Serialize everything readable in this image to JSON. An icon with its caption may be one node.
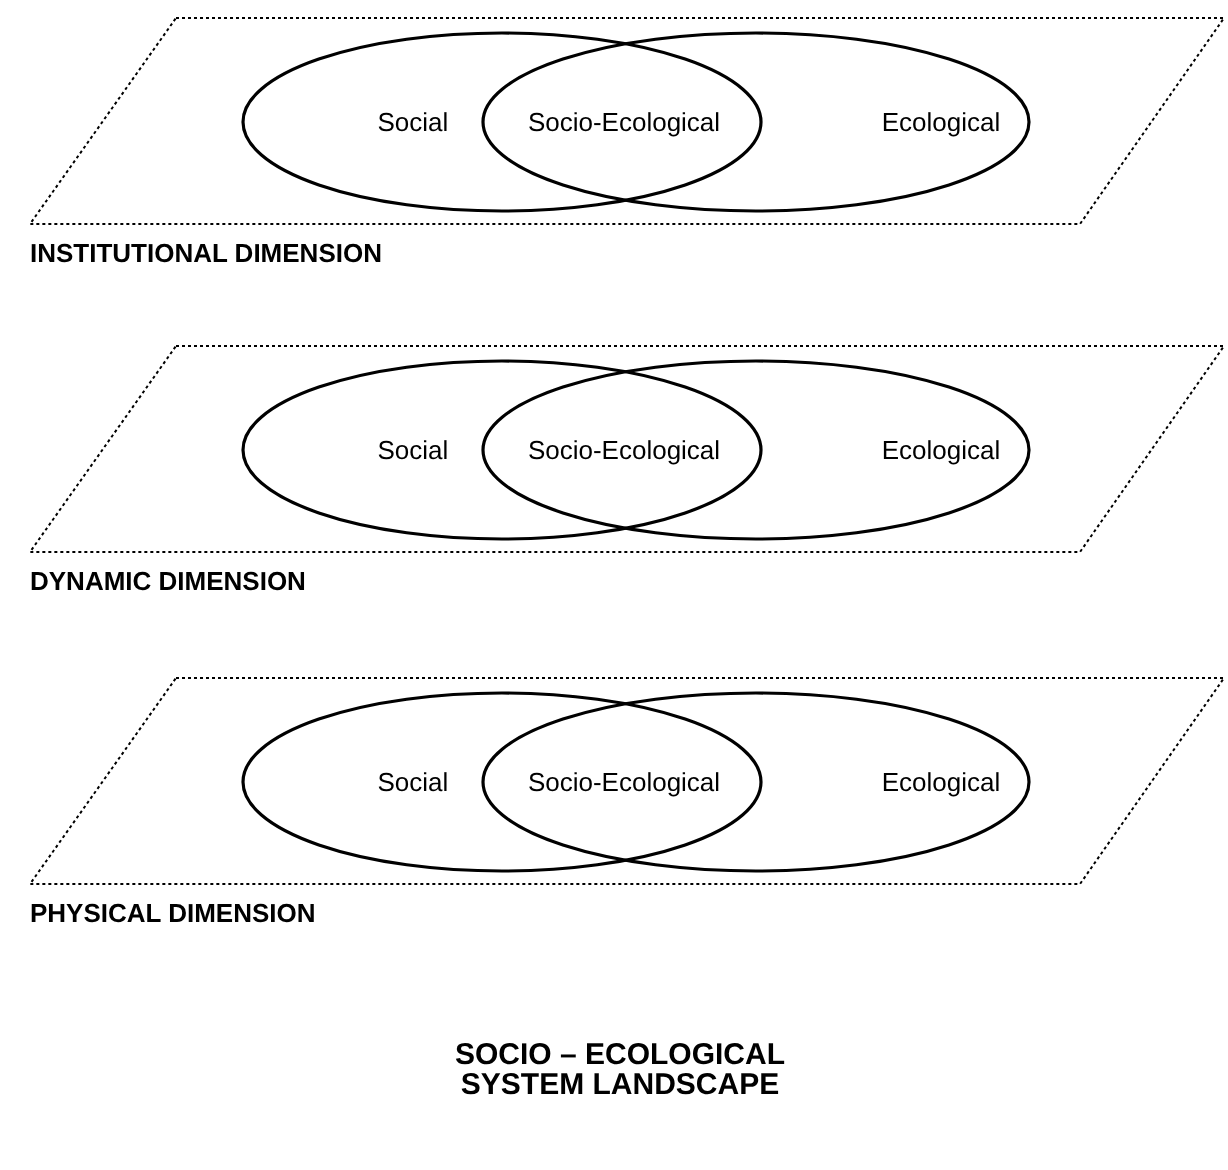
{
  "diagram": {
    "caption": "SOCIO – ECOLOGICAL SYSTEM LANDSCAPE",
    "nodes": [
      {
        "text": [
          "INSTITUTIONAL DIMENSION"
        ]
      },
      {
        "text": [
          "Social"
        ],
        "in": 0
      },
      {
        "text": [
          "Ecological"
        ],
        "in": 0
      },
      {
        "text": [
          "DYNAMIC DIMENSION"
        ]
      },
      {
        "text": [
          "Social"
        ],
        "in": 3
      },
      {
        "text": [
          "Ecological"
        ],
        "in": 3
      },
      {
        "text": [
          "PHYSICAL DIMENSION"
        ]
      },
      {
        "text": [
          "Social"
        ],
        "in": 6
      },
      {
        "text": [
          "Ecological"
        ],
        "in": 6
      }
    ],
    "edges": [],
    "labels": [
      "Socio-Ecological",
      "Socio-Ecological",
      "Socio-Ecological"
    ]
  }
}
